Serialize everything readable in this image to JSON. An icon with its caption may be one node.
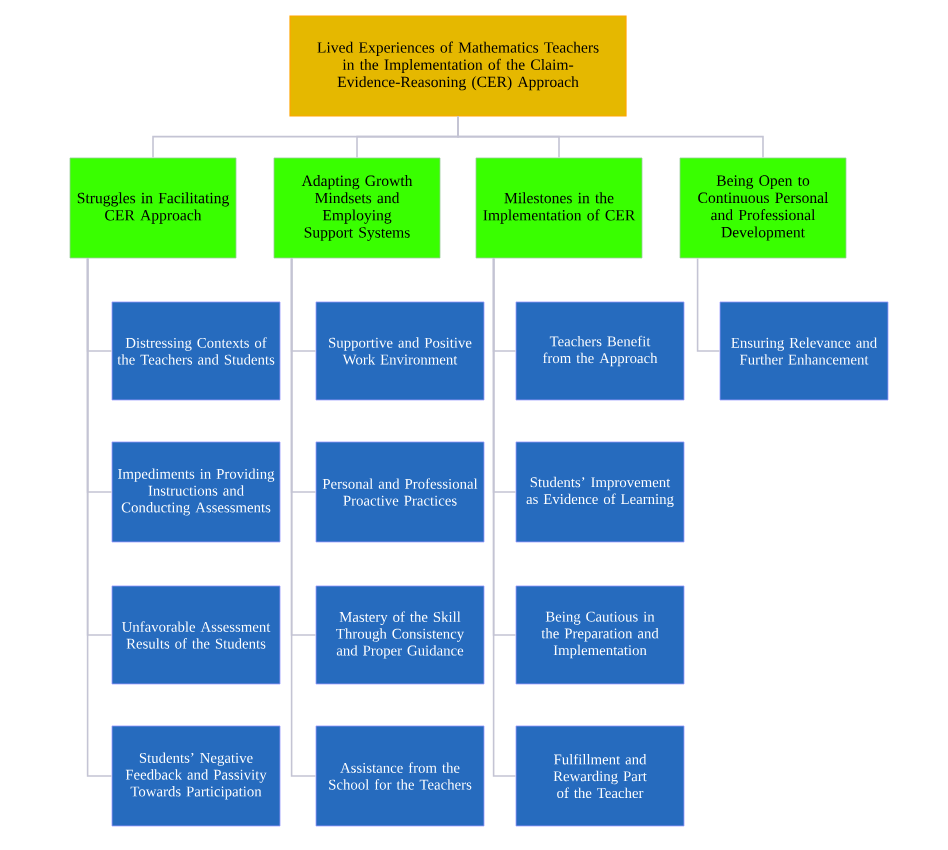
{
  "diagram": {
    "nodes": [
      {
        "text": [
          "Lived Experiences of Mathematics Teachers in the Implementation of the Claim-Evidence-Reasoning (CER) Approach"
        ]
      },
      {
        "text": [
          "Struggles in Facilitating CER Approach"
        ]
      },
      {
        "text": [
          "Adapting Growth Mindsets and Employing Support Systems"
        ]
      },
      {
        "text": [
          "Milestones in the Implementation of CER"
        ]
      },
      {
        "text": [
          "Being Open to Continuous Personal and Professional Development"
        ]
      },
      {
        "text": [
          "Distressing Contexts of the Teachers and Students"
        ]
      },
      {
        "text": [
          "Impediments in Providing Instructions and Conducting Assessments"
        ]
      },
      {
        "text": [
          "Unfavorable Assessment Results of the Students"
        ]
      },
      {
        "text": [
          "Students’ Negative Feedback and Passivity Towards Participation"
        ]
      },
      {
        "text": [
          "Supportive and Positive Work Environment"
        ]
      },
      {
        "text": [
          "Personal and Professional Proactive Practices"
        ]
      },
      {
        "text": [
          "Mastery of the Skill Through Consistency and Proper Guidance"
        ]
      },
      {
        "text": [
          "Assistance from the School for the Teachers"
        ]
      },
      {
        "text": [
          "Teachers Benefit from the Approach"
        ]
      },
      {
        "text": [
          "Students’ Improvement as Evidence of Learning"
        ]
      },
      {
        "text": [
          "Being Cautious in the Preparation and Implementation"
        ]
      },
      {
        "text": [
          "Fulfillment and Rewarding Part of the Teacher"
        ]
      },
      {
        "text": [
          "Ensuring Relevance and Further Enhancement"
        ]
      }
    ],
    "edges": [
      {
        "from": 0,
        "to": 1,
        "arrow": "none"
      },
      {
        "from": 0,
        "to": 2,
        "arrow": "none"
      },
      {
        "from": 0,
        "to": 3,
        "arrow": "none"
      },
      {
        "from": 0,
        "to": 4,
        "arrow": "none"
      },
      {
        "from": 1,
        "to": 5,
        "arrow": "none"
      },
      {
        "from": 1,
        "to": 6,
        "arrow": "none"
      },
      {
        "from": 1,
        "to": 7,
        "arrow": "none"
      },
      {
        "from": 1,
        "to": 8,
        "arrow": "none"
      },
      {
        "from": 2,
        "to": 9,
        "arrow": "none"
      },
      {
        "from": 2,
        "to": 10,
        "arrow": "none"
      },
      {
        "from": 2,
        "to": 11,
        "arrow": "none"
      },
      {
        "from": 2,
        "to": 12,
        "arrow": "none"
      },
      {
        "from": 3,
        "to": 13,
        "arrow": "none"
      },
      {
        "from": 3,
        "to": 14,
        "arrow": "none"
      },
      {
        "from": 3,
        "to": 15,
        "arrow": "none"
      },
      {
        "from": 3,
        "to": 16,
        "arrow": "none"
      },
      {
        "from": 4,
        "to": 17,
        "arrow": "none"
      }
    ]
  }
}
